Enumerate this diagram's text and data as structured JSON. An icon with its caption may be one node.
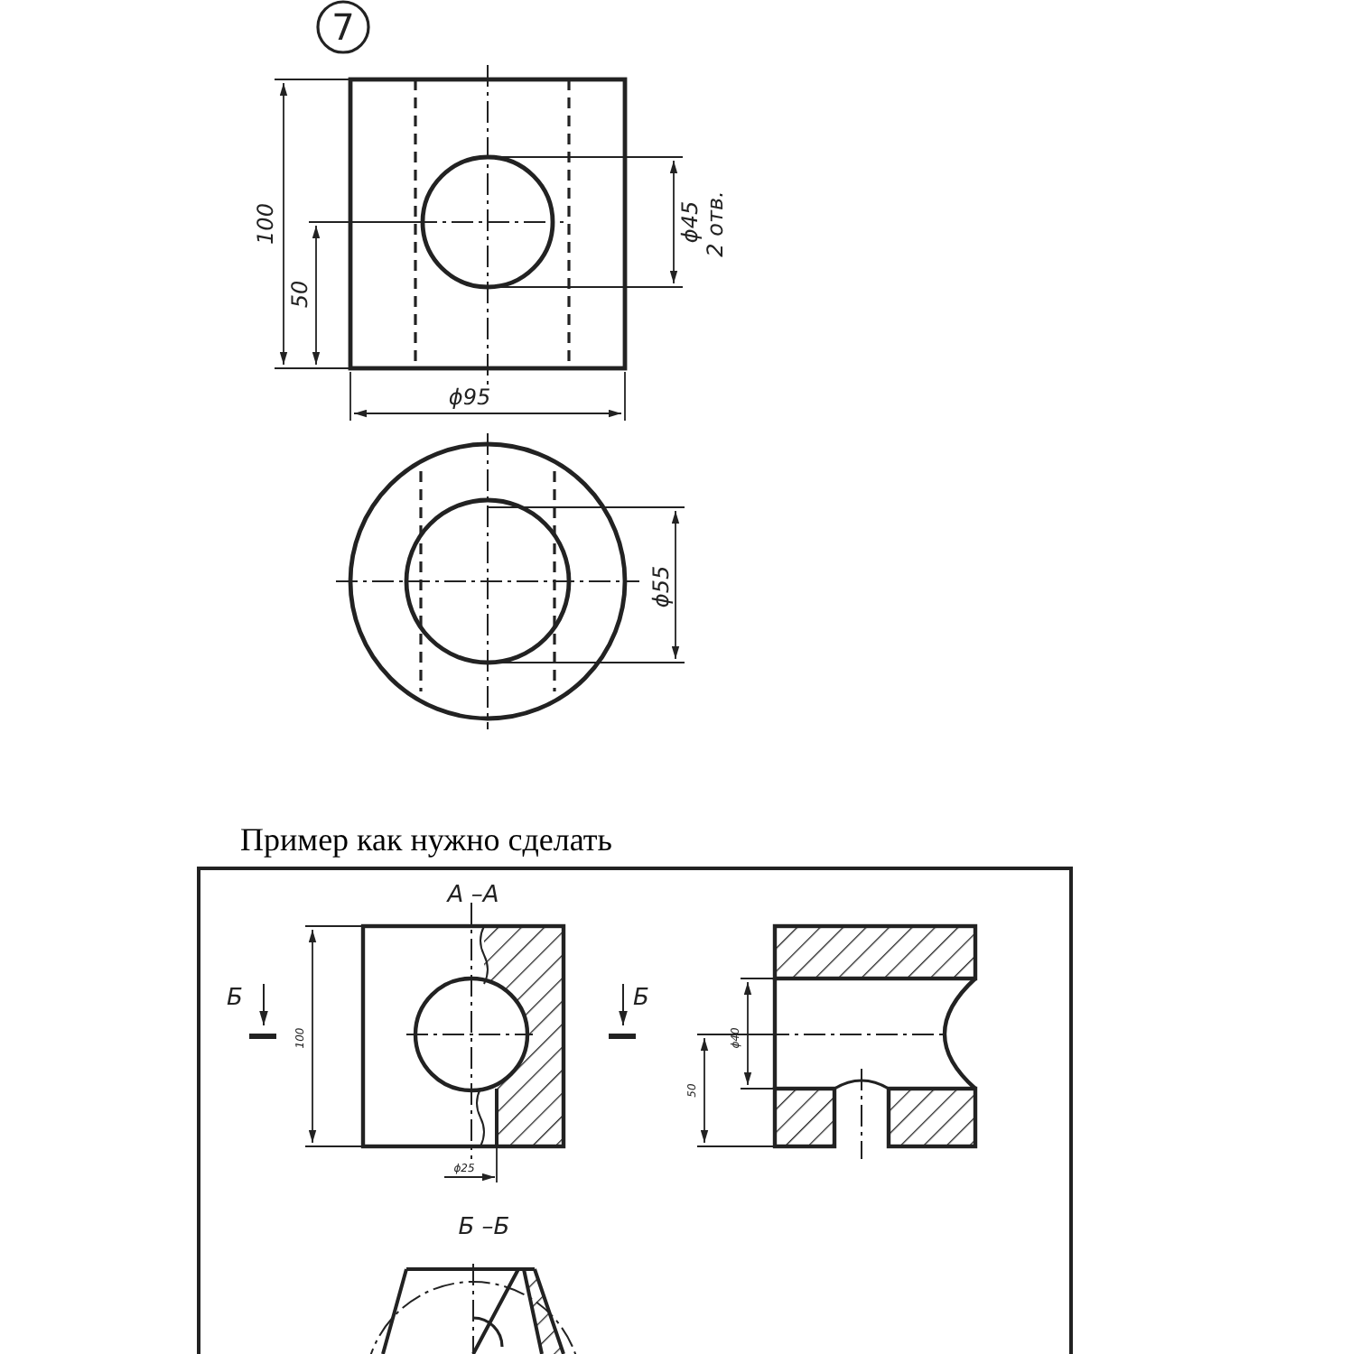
{
  "diagram": {
    "labels": [
      "7",
      "100",
      "50",
      "ϕ45",
      "2 отв.",
      "ϕ95",
      "ϕ55",
      "Пример как нужно сделать",
      "А –А",
      "Б",
      "Б",
      "100",
      "ϕ25",
      "ϕ40",
      "50",
      "Б –Б"
    ]
  }
}
